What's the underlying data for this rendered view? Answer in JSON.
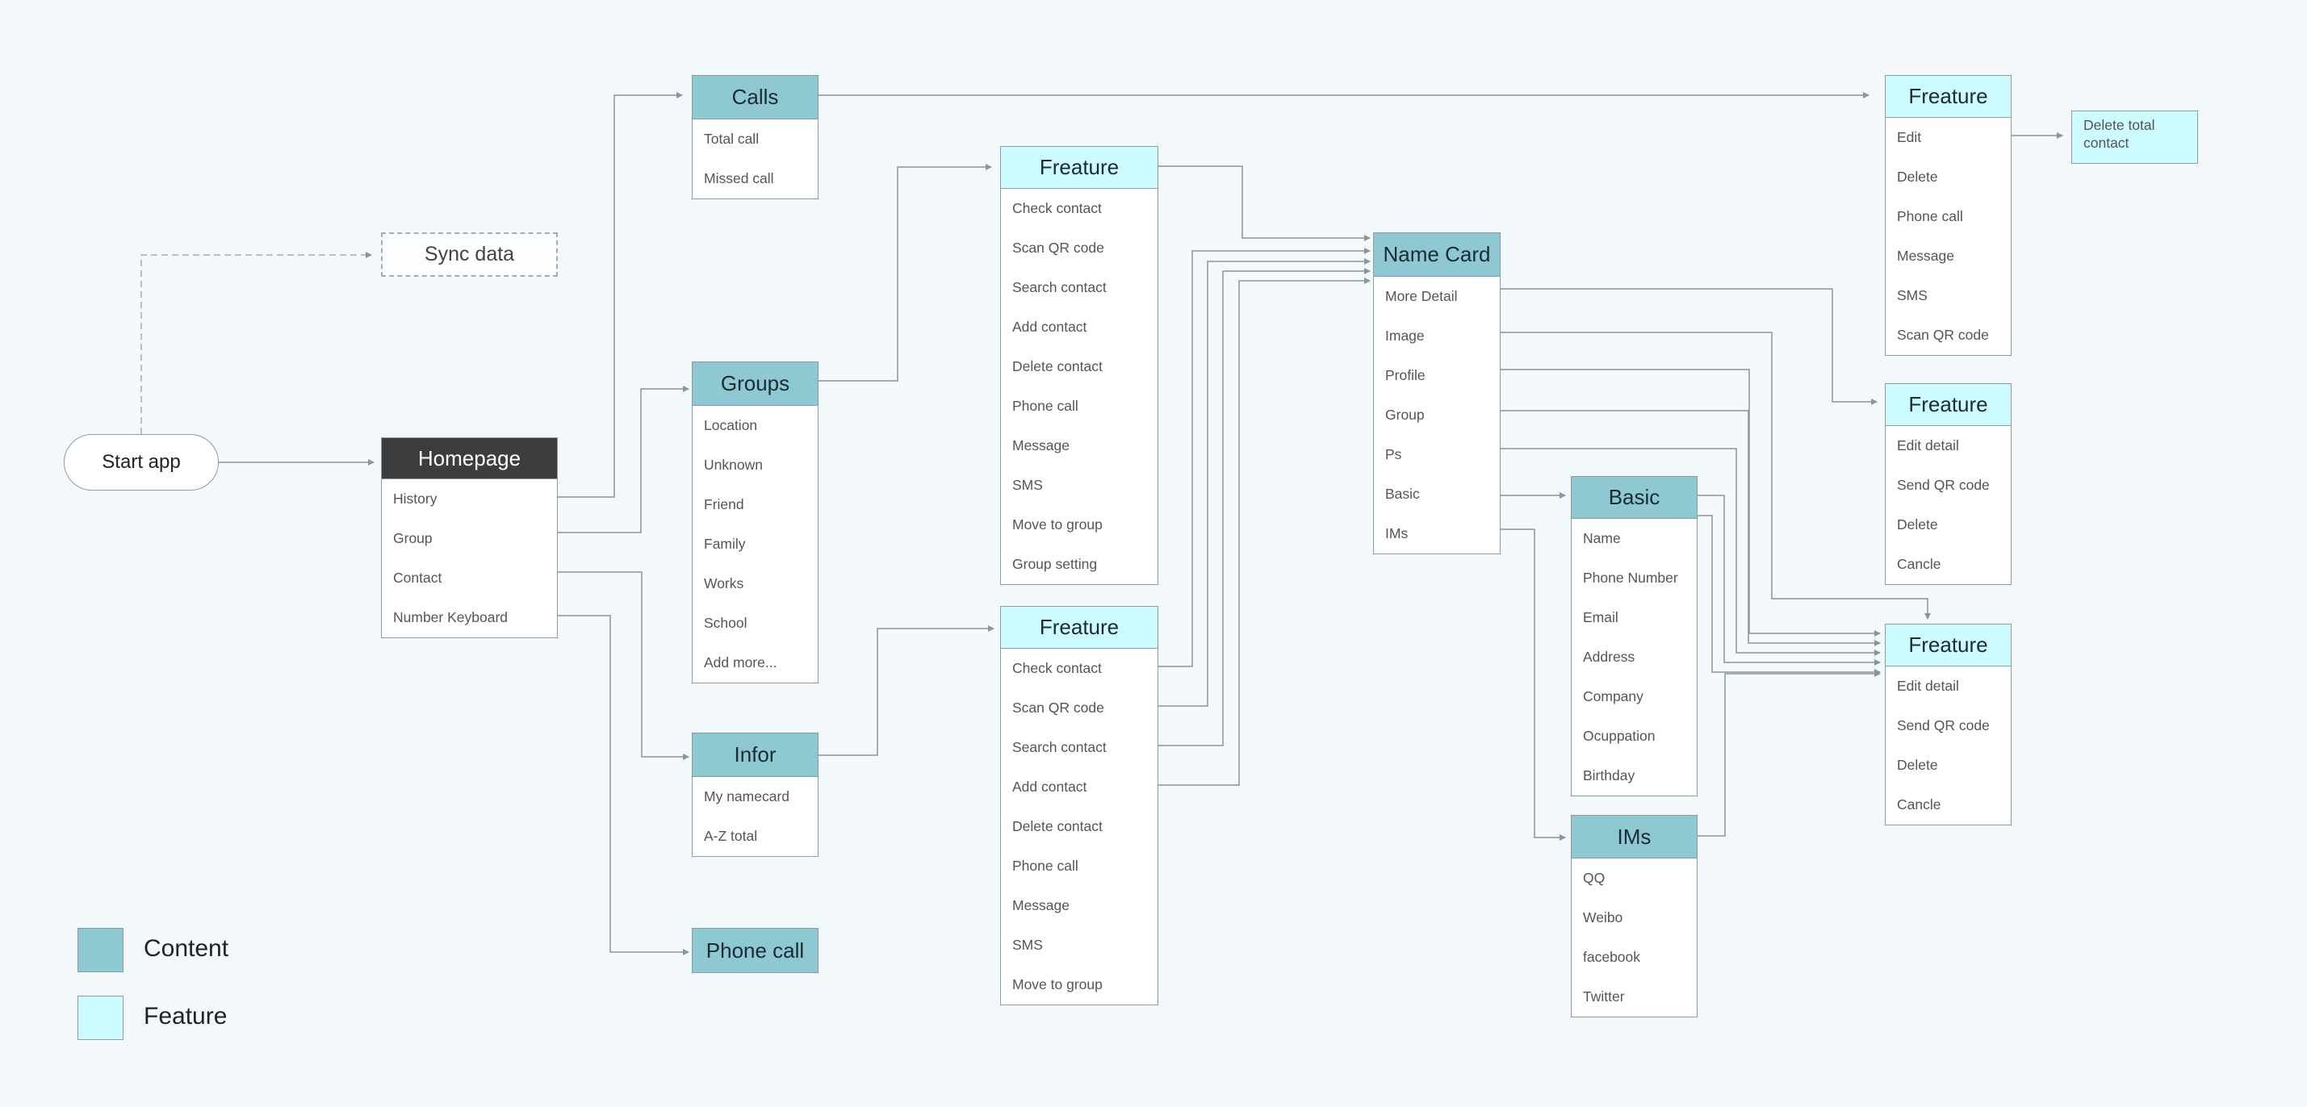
{
  "start": "Start app",
  "sync": "Sync data",
  "delete_total": "Delete total contact",
  "legend": [
    {
      "label": "Content",
      "color": "#8dc8d3"
    },
    {
      "label": "Feature",
      "color": "#ccfcff"
    }
  ],
  "boxes": {
    "homepage": {
      "title": "Homepage",
      "items": [
        "History",
        "Group",
        "Contact",
        "Number Keyboard"
      ]
    },
    "calls": {
      "title": "Calls",
      "items": [
        "Total call",
        "Missed call"
      ]
    },
    "groups": {
      "title": "Groups",
      "items": [
        "Location",
        "Unknown",
        "Friend",
        "Family",
        "Works",
        "School",
        "Add more..."
      ]
    },
    "infor": {
      "title": "Infor",
      "items": [
        "My namecard",
        "A-Z total"
      ]
    },
    "phonecall": {
      "title": "Phone call",
      "items": []
    },
    "feature_groups": {
      "title": "Freature",
      "items": [
        "Check contact",
        "Scan QR code",
        "Search contact",
        "Add contact",
        "Delete contact",
        "Phone call",
        "Message",
        "SMS",
        "Move to group",
        "Group setting"
      ]
    },
    "feature_infor": {
      "title": "Freature",
      "items": [
        "Check contact",
        "Scan QR code",
        "Search contact",
        "Add contact",
        "Delete contact",
        "Phone call",
        "Message",
        "SMS",
        "Move to group"
      ]
    },
    "namecard": {
      "title": "Name Card",
      "items": [
        "More Detail",
        "Image",
        "Profile",
        "Group",
        "Ps",
        "Basic",
        "IMs"
      ]
    },
    "basic": {
      "title": "Basic",
      "items": [
        "Name",
        "Phone Number",
        "Email",
        "Address",
        "Company",
        "Ocuppation",
        "Birthday"
      ]
    },
    "ims": {
      "title": "IMs",
      "items": [
        "QQ",
        "Weibo",
        "facebook",
        "Twitter"
      ]
    },
    "feature_calls": {
      "title": "Freature",
      "items": [
        "Edit",
        "Delete",
        "Phone call",
        "Message",
        "SMS",
        "Scan QR code"
      ]
    },
    "feature_detail": {
      "title": "Freature",
      "items": [
        "Edit detail",
        "Send QR code",
        "Delete",
        "Cancle"
      ]
    },
    "feature_card": {
      "title": "Freature",
      "items": [
        "Edit detail",
        "Send QR code",
        "Delete",
        "Cancle"
      ]
    }
  }
}
